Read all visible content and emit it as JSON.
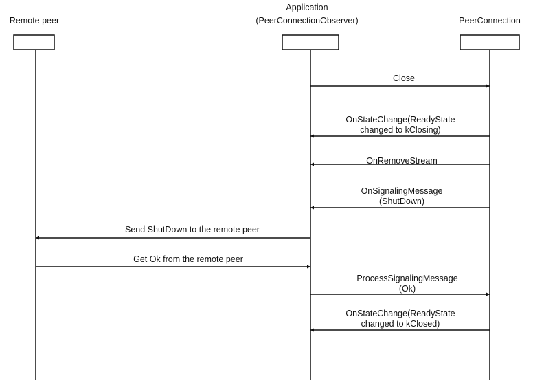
{
  "participants": [
    {
      "id": "remote",
      "lines": [
        "Remote peer"
      ]
    },
    {
      "id": "app",
      "lines": [
        "Application",
        "(PeerConnectionObserver)"
      ]
    },
    {
      "id": "pc",
      "lines": [
        "PeerConnection"
      ]
    }
  ],
  "messages": [
    {
      "from": "app",
      "to": "pc",
      "lines": [
        "Close"
      ]
    },
    {
      "from": "pc",
      "to": "app",
      "lines": [
        "OnStateChange(ReadyState",
        "changed to kClosing)"
      ]
    },
    {
      "from": "pc",
      "to": "app",
      "lines": [
        "OnRemoveStream"
      ]
    },
    {
      "from": "pc",
      "to": "app",
      "lines": [
        "OnSignalingMessage",
        "(ShutDown)"
      ]
    },
    {
      "from": "app",
      "to": "remote",
      "lines": [
        "Send ShutDown to the remote peer"
      ]
    },
    {
      "from": "remote",
      "to": "app",
      "lines": [
        "Get Ok from the remote peer"
      ]
    },
    {
      "from": "app",
      "to": "pc",
      "lines": [
        "ProcessSignalingMessage",
        "(Ok)"
      ]
    },
    {
      "from": "pc",
      "to": "app",
      "lines": [
        "OnStateChange(ReadyState",
        "changed to kClosed)"
      ]
    }
  ],
  "colors": {
    "line": "#111111",
    "text": "#111111",
    "box_fill": "#ffffff"
  }
}
